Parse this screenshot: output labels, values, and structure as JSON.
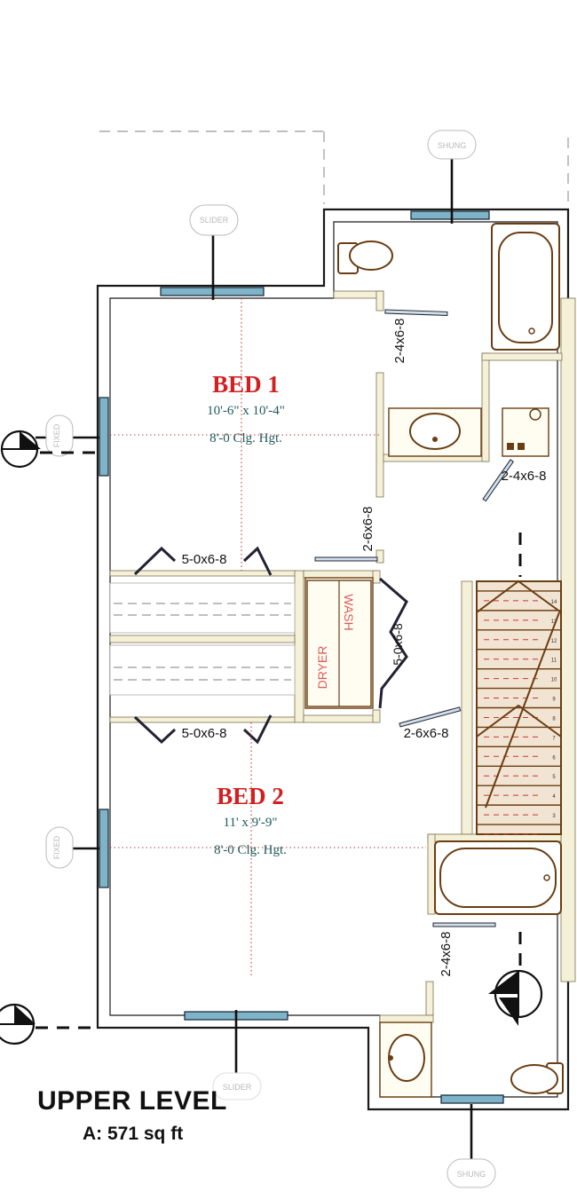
{
  "plan": {
    "rooms": [
      {
        "name": "BED 1",
        "size": "10'-6\" x 10'-4\"",
        "ceiling": "8'-0 Clg. Hgt."
      },
      {
        "name": "BED 2",
        "size": "11' x 9'-9\"",
        "ceiling": "8'-0 Clg. Hgt."
      }
    ],
    "doors": {
      "bath_upper": "2-4x6-8",
      "bath_upper_right": "2-4x6-8",
      "bed1": "2-6x6-8",
      "closet_top": "5-0x6-8",
      "closet_bottom": "5-0x6-8",
      "laundry": "5-0x6-8",
      "bed2": "2-6x6-8",
      "bath_lower": "2-4x6-8"
    },
    "laundry": {
      "dryer": "DRYER",
      "washer": "WASH"
    },
    "callouts": {
      "top_bath": "SHUNG",
      "bed1_top": "SLIDER",
      "bed1_left": "FIXED",
      "bed2_bottom": "SLIDER",
      "bed2_left": "FIXED",
      "bottom_bath": "SHUNG"
    },
    "stairs": {
      "numbers": [
        "14",
        "13",
        "12",
        "11",
        "10",
        "9",
        "8",
        "7",
        "6",
        "5",
        "4",
        "3"
      ]
    }
  },
  "title": {
    "level": "UPPER LEVEL",
    "area": "A: 571 sq ft"
  }
}
